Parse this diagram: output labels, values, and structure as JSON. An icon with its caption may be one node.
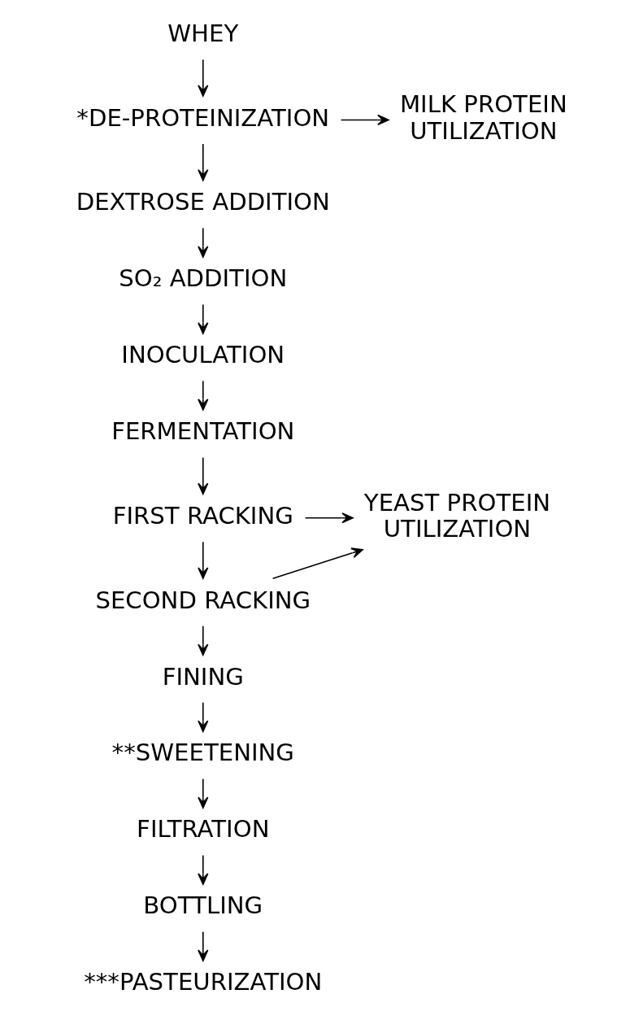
{
  "diagram": {
    "nodes": [
      {
        "text": [
          "WHEY"
        ]
      },
      {
        "text": [
          "*DE-PROTEINIZATION"
        ]
      },
      {
        "text": [
          "MILK PROTEIN UTILIZATION"
        ]
      },
      {
        "text": [
          "DEXTROSE ADDITION"
        ]
      },
      {
        "text": [
          "SO₂ ADDITION"
        ]
      },
      {
        "text": [
          "INOCULATION"
        ]
      },
      {
        "text": [
          "FERMENTATION"
        ]
      },
      {
        "text": [
          "FIRST RACKING"
        ]
      },
      {
        "text": [
          "YEAST PROTEIN UTILIZATION"
        ]
      },
      {
        "text": [
          "SECOND RACKING"
        ]
      },
      {
        "text": [
          "FINING"
        ]
      },
      {
        "text": [
          "**SWEETENING"
        ]
      },
      {
        "text": [
          "FILTRATION"
        ]
      },
      {
        "text": [
          "BOTTLING"
        ]
      },
      {
        "text": [
          "***PASTEURIZATION"
        ]
      }
    ],
    "edges": [
      {
        "from": 0,
        "to": 1,
        "arrow": "to"
      },
      {
        "from": 1,
        "to": 2,
        "arrow": "to"
      },
      {
        "from": 1,
        "to": 3,
        "arrow": "to"
      },
      {
        "from": 3,
        "to": 4,
        "arrow": "to"
      },
      {
        "from": 4,
        "to": 5,
        "arrow": "to"
      },
      {
        "from": 5,
        "to": 6,
        "arrow": "to"
      },
      {
        "from": 6,
        "to": 7,
        "arrow": "to"
      },
      {
        "from": 7,
        "to": 8,
        "arrow": "to"
      },
      {
        "from": 7,
        "to": 9,
        "arrow": "to"
      },
      {
        "from": 9,
        "to": 8,
        "arrow": "to"
      },
      {
        "from": 9,
        "to": 10,
        "arrow": "to"
      },
      {
        "from": 10,
        "to": 11,
        "arrow": "to"
      },
      {
        "from": 11,
        "to": 12,
        "arrow": "to"
      },
      {
        "from": 12,
        "to": 13,
        "arrow": "to"
      },
      {
        "from": 13,
        "to": 14,
        "arrow": "to"
      }
    ]
  }
}
